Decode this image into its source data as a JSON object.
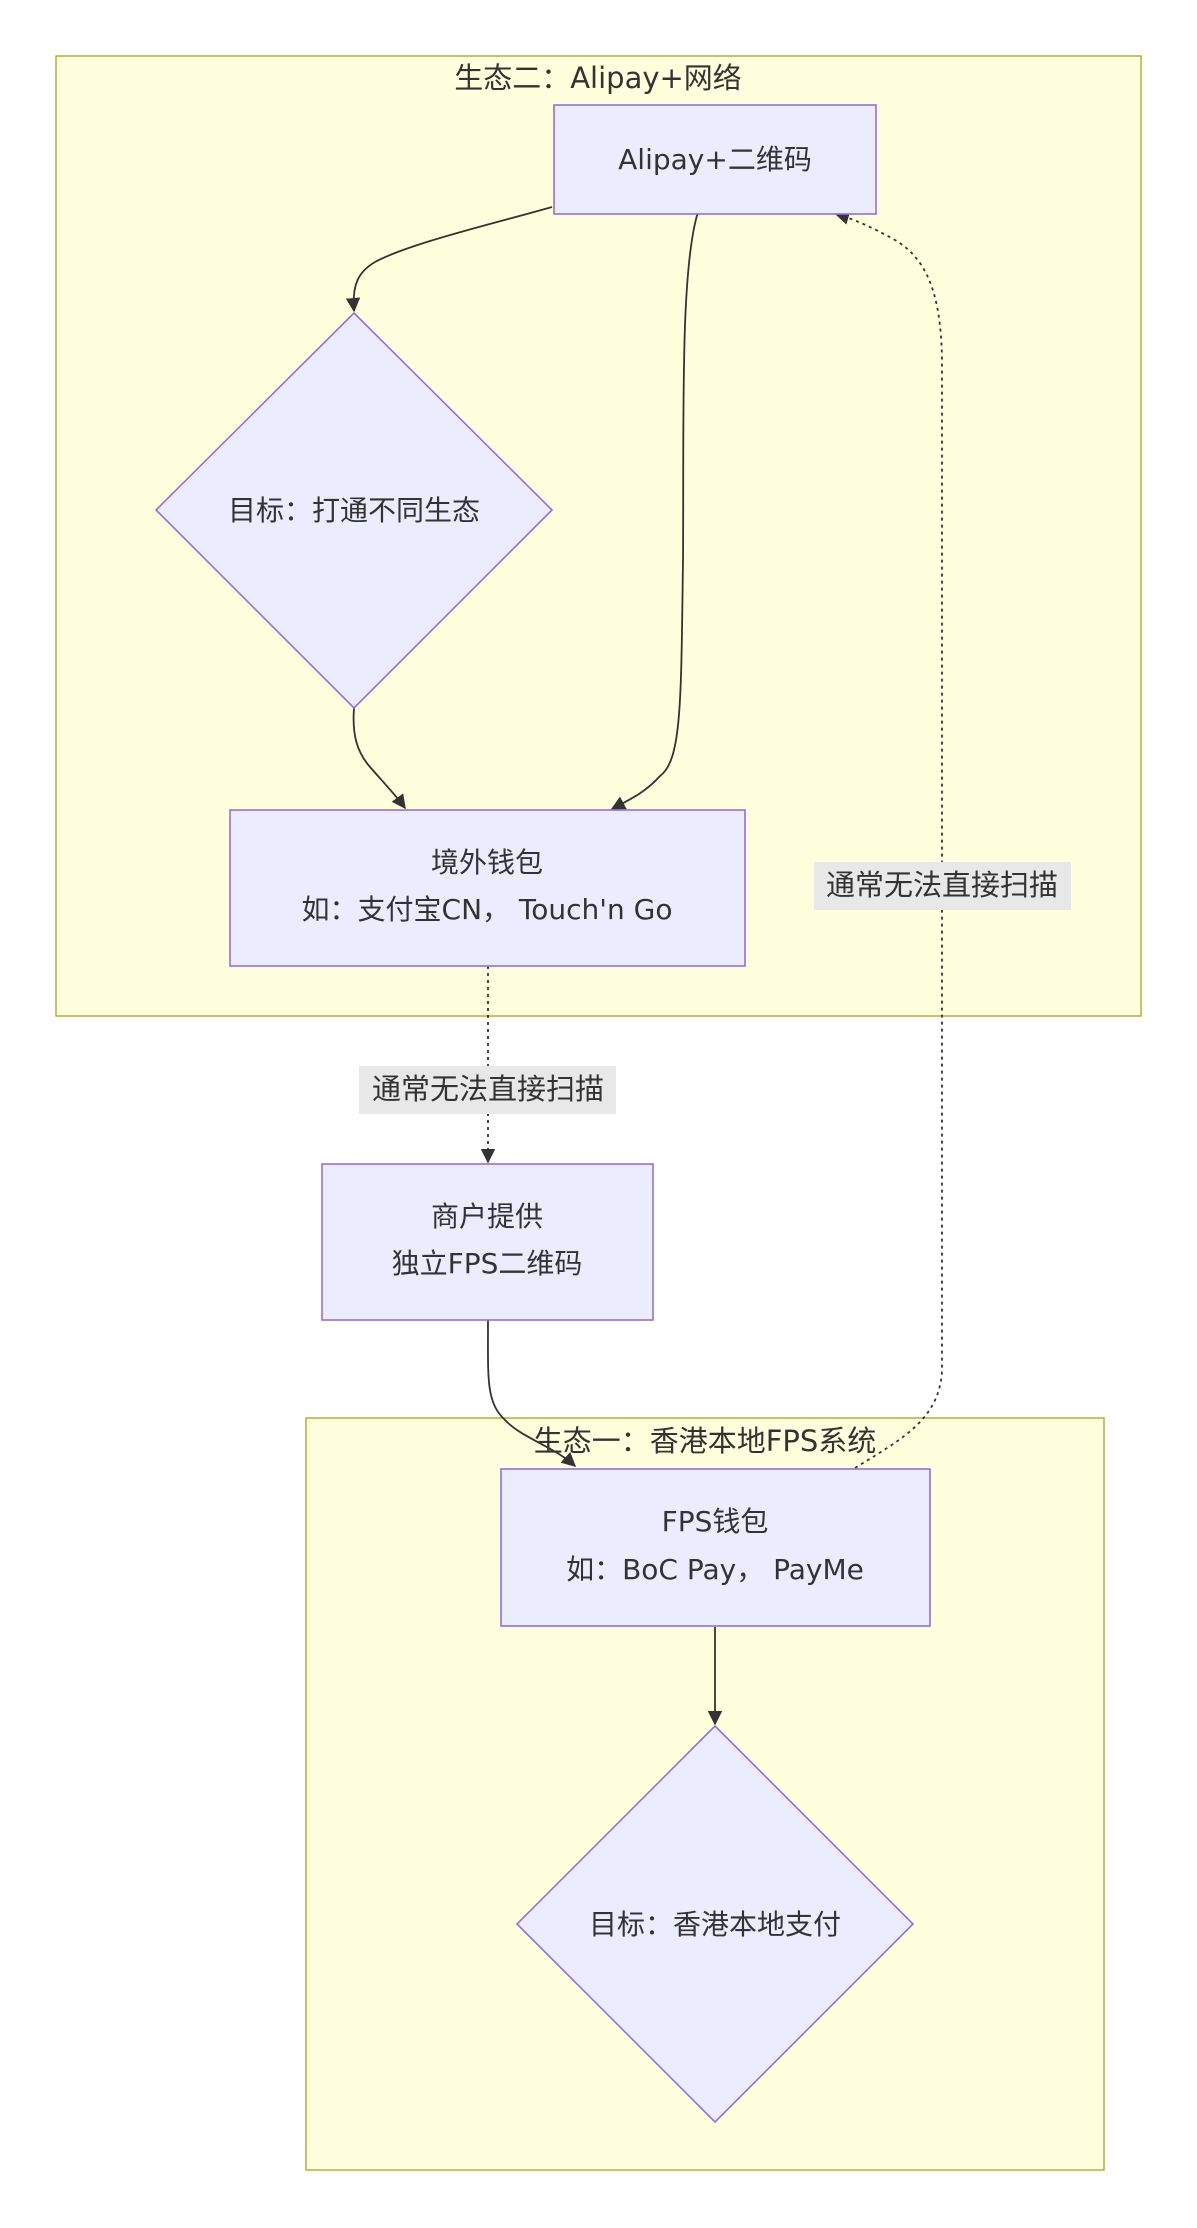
{
  "clusters": {
    "ecosystem_two": {
      "title": "生态二：Alipay+网络"
    },
    "ecosystem_one": {
      "title": "生态一：香港本地FPS系统"
    }
  },
  "nodes": {
    "alipay_qr": {
      "line1": "Alipay+二维码"
    },
    "goal_connect": {
      "line1": "目标：打通不同生态"
    },
    "overseas_wallet": {
      "line1": "境外钱包",
      "line2": "如：支付宝CN， Touch'n Go"
    },
    "merchant_qr": {
      "line1": "商户提供",
      "line2": "独立FPS二维码"
    },
    "fps_wallet": {
      "line1": "FPS钱包",
      "line2": "如：BoC Pay， PayMe"
    },
    "goal_local": {
      "line1": "目标：香港本地支付"
    }
  },
  "edges": {
    "wallet_to_merchant": {
      "label": "通常无法直接扫描"
    },
    "fps_to_alipay": {
      "label": "通常无法直接扫描"
    }
  },
  "colors": {
    "cluster_fill": "#ffffde",
    "cluster_stroke": "#aaaa33",
    "node_fill": "#ececff",
    "node_stroke": "#9370db",
    "edge": "#333333",
    "edge_label_bg": "#e8e8e8"
  }
}
